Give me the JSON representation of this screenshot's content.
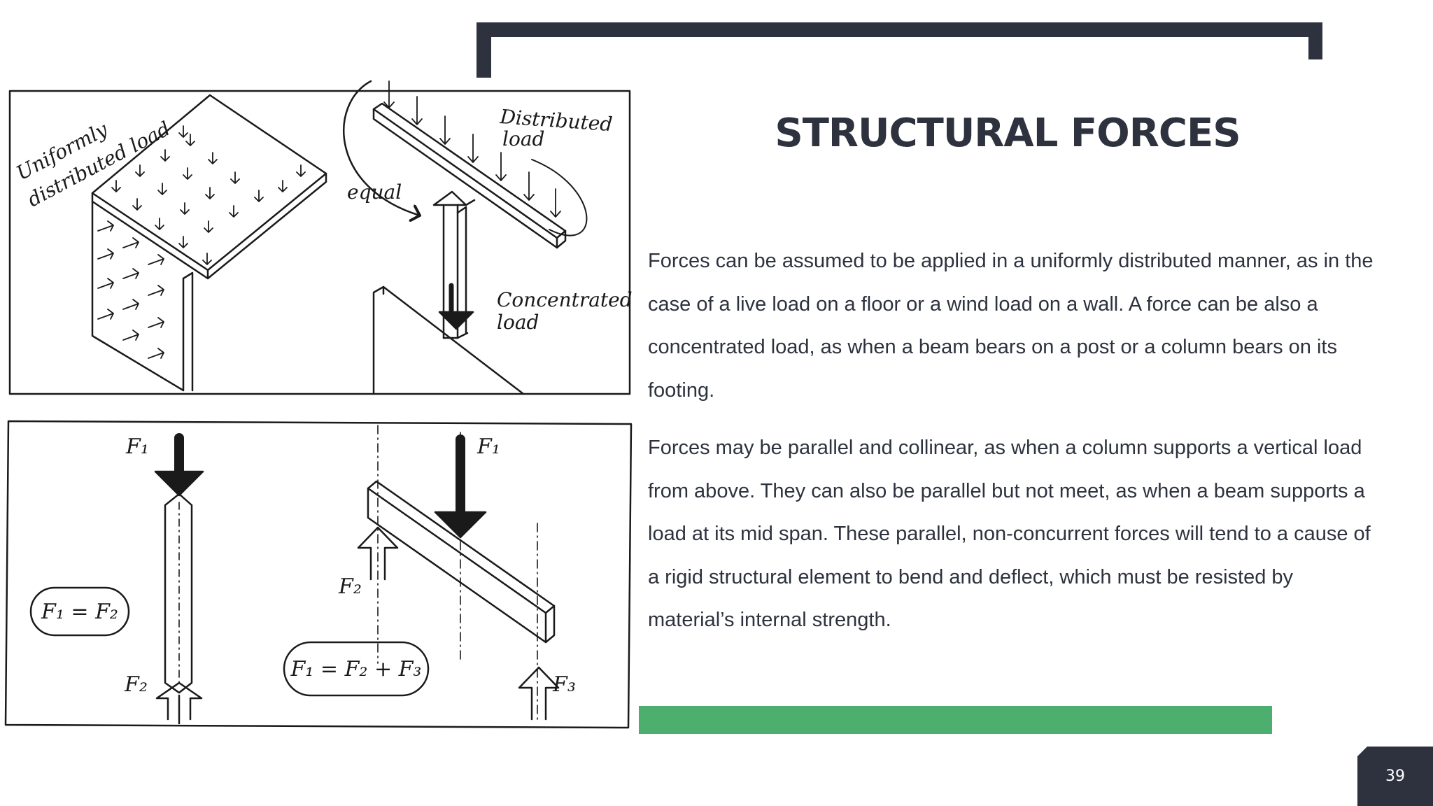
{
  "slide": {
    "title": "STRUCTURAL FORCES",
    "paragraphs": [
      "Forces can be assumed to be applied in a uniformly distributed manner, as in the case of a live load on a floor or a wind load on a wall. A force can be also a concentrated load, as when a beam bears on a post or a column bears on its footing.",
      "Forces may be parallel and collinear, as when a column supports a vertical load from above. They can also be parallel but not meet, as when a beam supports a load at its mid span. These parallel, non-concurrent forces will tend to a cause of a rigid structural element to bend and deflect, which must be resisted by material’s internal strength."
    ],
    "page_number": "39"
  },
  "figure": {
    "top_panel": {
      "label_uniform_line1": "Uniformly",
      "label_uniform_line2": "distributed load",
      "label_equal": "equal",
      "label_distributed_line1": "Distributed",
      "label_distributed_line2": "load",
      "label_concentrated_line1": "Concentrated",
      "label_concentrated_line2": "load"
    },
    "bottom_panel": {
      "f1_column": "F₁",
      "f2_column": "F₂",
      "eq_column": "F₁ = F₂",
      "f1_beam": "F₁",
      "f2_beam": "F₂",
      "f3_beam": "F₃",
      "eq_beam": "F₁ = F₂ + F₃"
    }
  },
  "colors": {
    "dark": "#2d323e",
    "green": "#4caf6e"
  }
}
